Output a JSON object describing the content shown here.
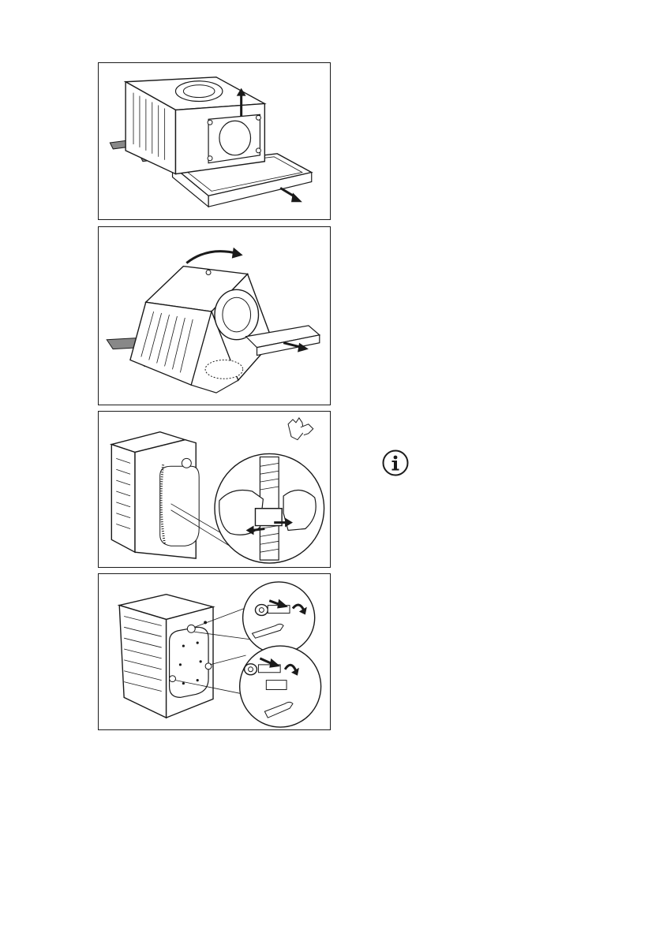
{
  "page": {
    "panels": [
      {
        "id": "remove-packaging-base"
      },
      {
        "id": "tilt-remove-polystyrene"
      },
      {
        "id": "remove-hose-clip"
      },
      {
        "id": "remove-transit-bolts"
      }
    ],
    "icons": {
      "info": "info-icon",
      "gloves": "gloves-icon"
    },
    "colors": {
      "line": "#1a1a1a",
      "shade": "#7a7a7a",
      "background": "#ffffff"
    }
  }
}
